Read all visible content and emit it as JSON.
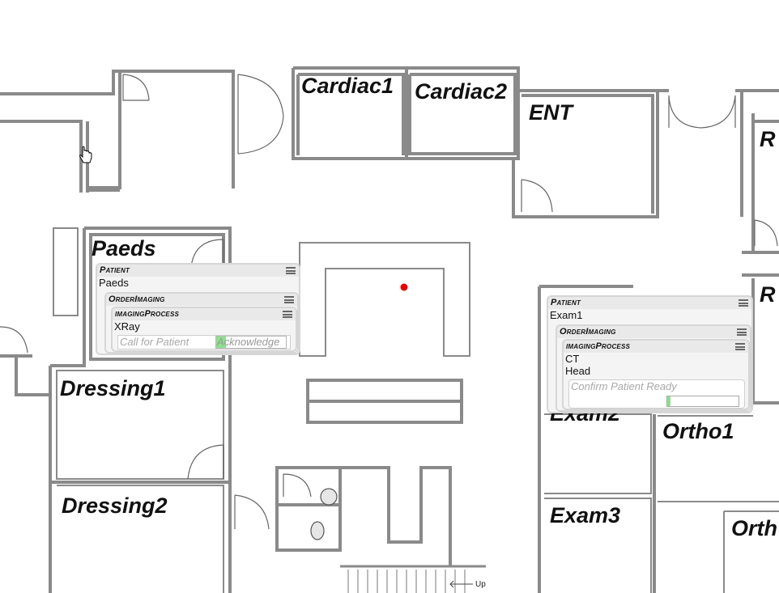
{
  "rooms": {
    "cardiac1": "Cardiac1",
    "cardiac2": "Cardiac2",
    "ent": "ENT",
    "paeds": "Paeds",
    "dressing1": "Dressing1",
    "dressing2": "Dressing2",
    "exam2": "Exam2",
    "exam3": "Exam3",
    "ortho1": "Ortho1",
    "ortho_partial": "Orth",
    "r_top": "R",
    "r_mid": "R"
  },
  "stairs_label": "Up",
  "cards": {
    "paeds": {
      "patient_title": "Patient",
      "patient_value": "Paeds",
      "order_title": "OrderImaging",
      "process_title": "imagingProcess",
      "process_line1": "XRay",
      "action_text": "Call for Patient",
      "action_button": "Acknowledge",
      "action_progress": 0.1
    },
    "exam1": {
      "patient_title": "Patient",
      "patient_value": "Exam1",
      "order_title": "OrderImaging",
      "process_title": "imagingProcess",
      "process_line1": "CT",
      "process_line2": "Head",
      "action_text": "Confirm Patient Ready",
      "progress": 0.05
    }
  },
  "colors": {
    "wall": "#8a8a8a",
    "card_bg": "#f4f4f4",
    "progress_fill": "#8fe08f",
    "marker": "#ee0000"
  },
  "icons": [
    "hand-cursor-icon",
    "menu-icon",
    "sink-icon",
    "toilet-icon",
    "arrow-icon"
  ]
}
